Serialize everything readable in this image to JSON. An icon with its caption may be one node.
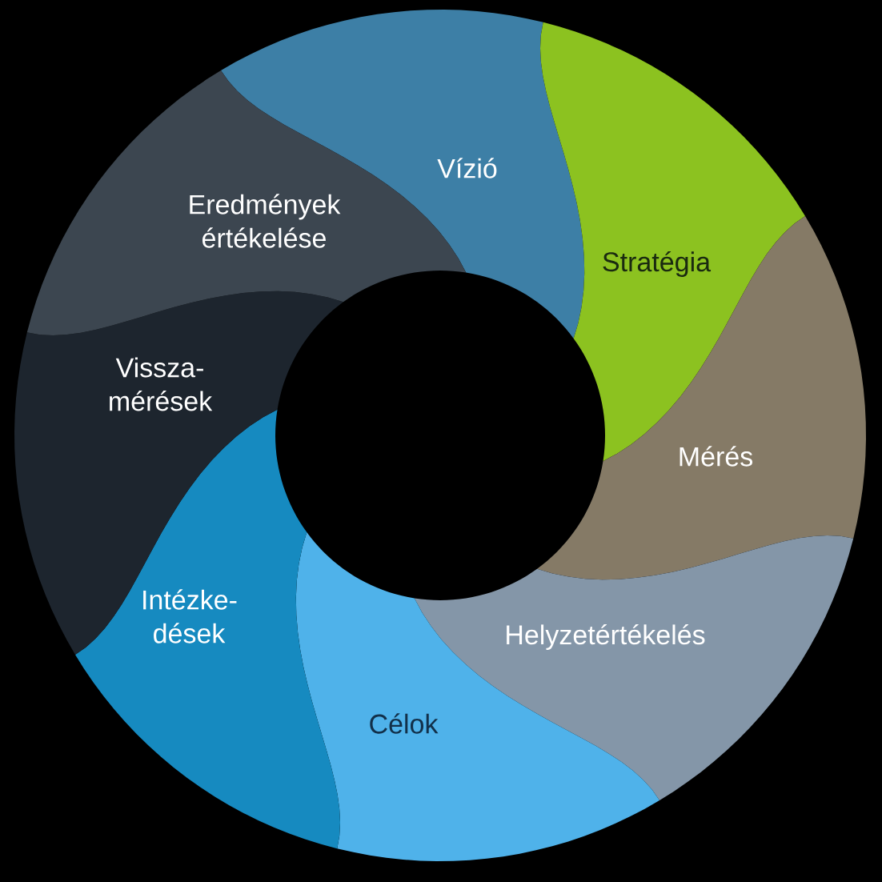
{
  "diagram": {
    "nodes": [
      {
        "text": [
          "Vízió"
        ]
      },
      {
        "text": [
          "Stratégia"
        ]
      },
      {
        "text": [
          "Mérés"
        ]
      },
      {
        "text": [
          "Helyzetértékelés"
        ]
      },
      {
        "text": [
          "Célok"
        ]
      },
      {
        "text": [
          "Intézke- dések"
        ]
      },
      {
        "text": [
          "Vissza- mérések"
        ]
      },
      {
        "text": [
          "Eredmények értékelése"
        ]
      }
    ]
  }
}
